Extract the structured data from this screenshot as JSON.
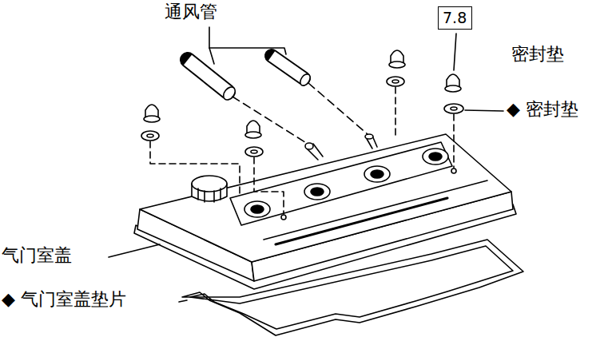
{
  "diagram": {
    "nodes": [
      {
        "text": [
          "7.8"
        ]
      }
    ],
    "labels": [
      "通风管",
      "密封垫",
      "◆ 密封垫",
      "气门室盖",
      "◆ 气门室盖垫片"
    ]
  }
}
